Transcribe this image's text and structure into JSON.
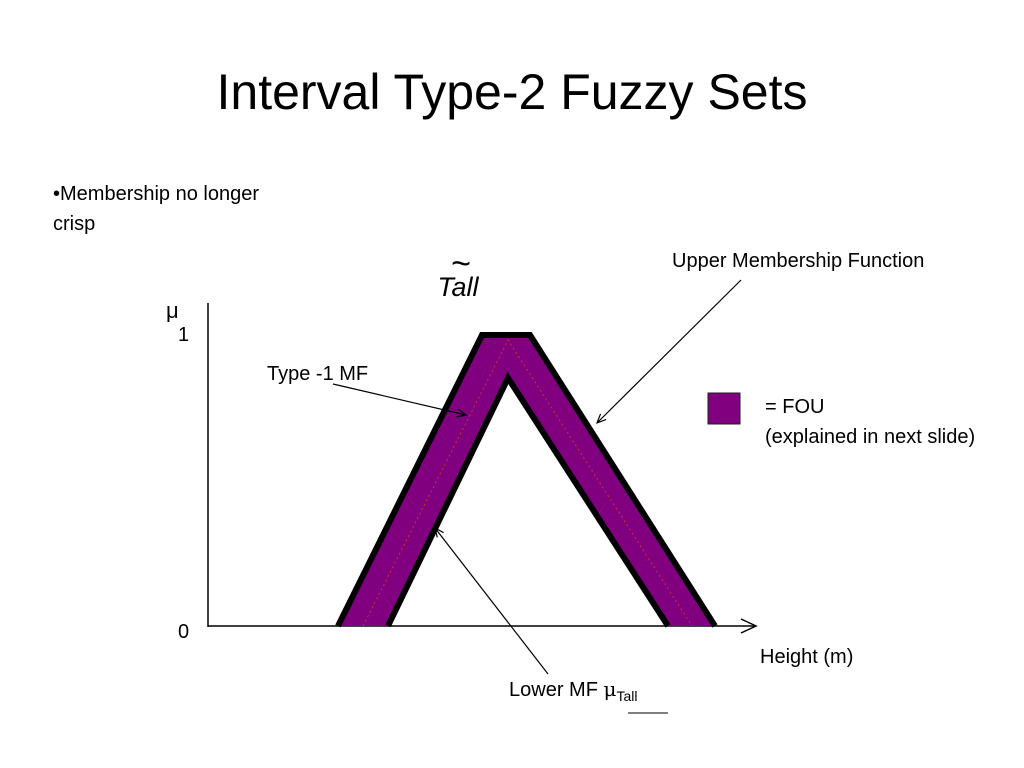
{
  "slide": {
    "title": "Interval Type-2 Fuzzy Sets",
    "bullet": "•Membership no longer crisp"
  },
  "diagram": {
    "set_tilde": "~",
    "set_name": "Tall",
    "y_symbol": "μ",
    "y_tick_top": "1",
    "y_tick_zero": "0",
    "x_label": "Height (m)",
    "labels": {
      "upper_mf": "Upper Membership Function",
      "type1_mf": "Type -1 MF",
      "lower_mf_prefix": "Lower MF ",
      "lower_mf_mu": "μ",
      "lower_mf_sub": "Tall"
    },
    "legend": {
      "line1": "= FOU",
      "line2": "(explained in next slide)"
    },
    "colors": {
      "fou_fill": "#800080",
      "outline": "#000000",
      "type1_dotted": "#cc3333"
    }
  }
}
